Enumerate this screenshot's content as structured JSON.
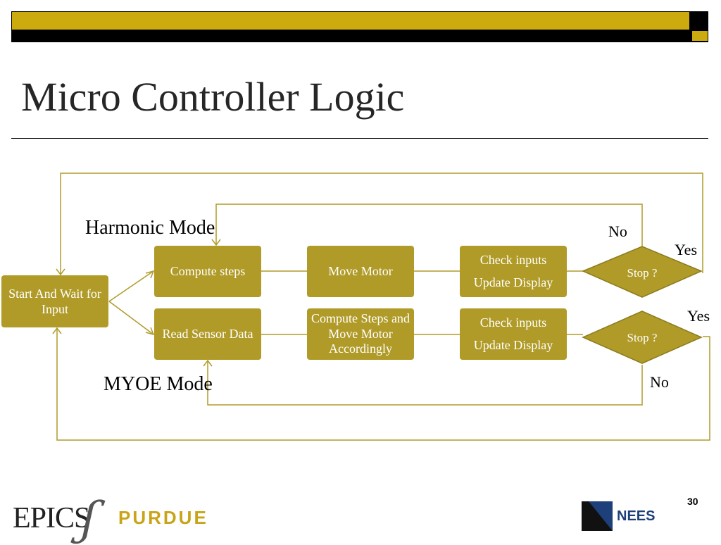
{
  "slide": {
    "title": "Micro Controller Logic",
    "page_number": "30",
    "accent_color": "#ccab0f"
  },
  "diagram": {
    "start_box": "Start And Wait for Input",
    "harmonic": {
      "label": "Harmonic Mode",
      "compute": "Compute steps",
      "move": "Move Motor",
      "check_line1": "Check inputs",
      "check_line2": "Update Display",
      "decision": "Stop ?",
      "no_label": "No",
      "yes_label": "Yes"
    },
    "myoe": {
      "label": "MYOE Mode",
      "read": "Read Sensor Data",
      "compute_move": "Compute Steps and Move Motor Accordingly",
      "check_line1": "Check inputs",
      "check_line2": "Update Display",
      "decision": "Stop ?",
      "no_label": "No",
      "yes_label": "Yes"
    },
    "box_color": "#b09b28"
  },
  "footer": {
    "epics_logo": "EPICS",
    "purdue_logo": "PURDUE",
    "nees_logo": "NEES"
  }
}
